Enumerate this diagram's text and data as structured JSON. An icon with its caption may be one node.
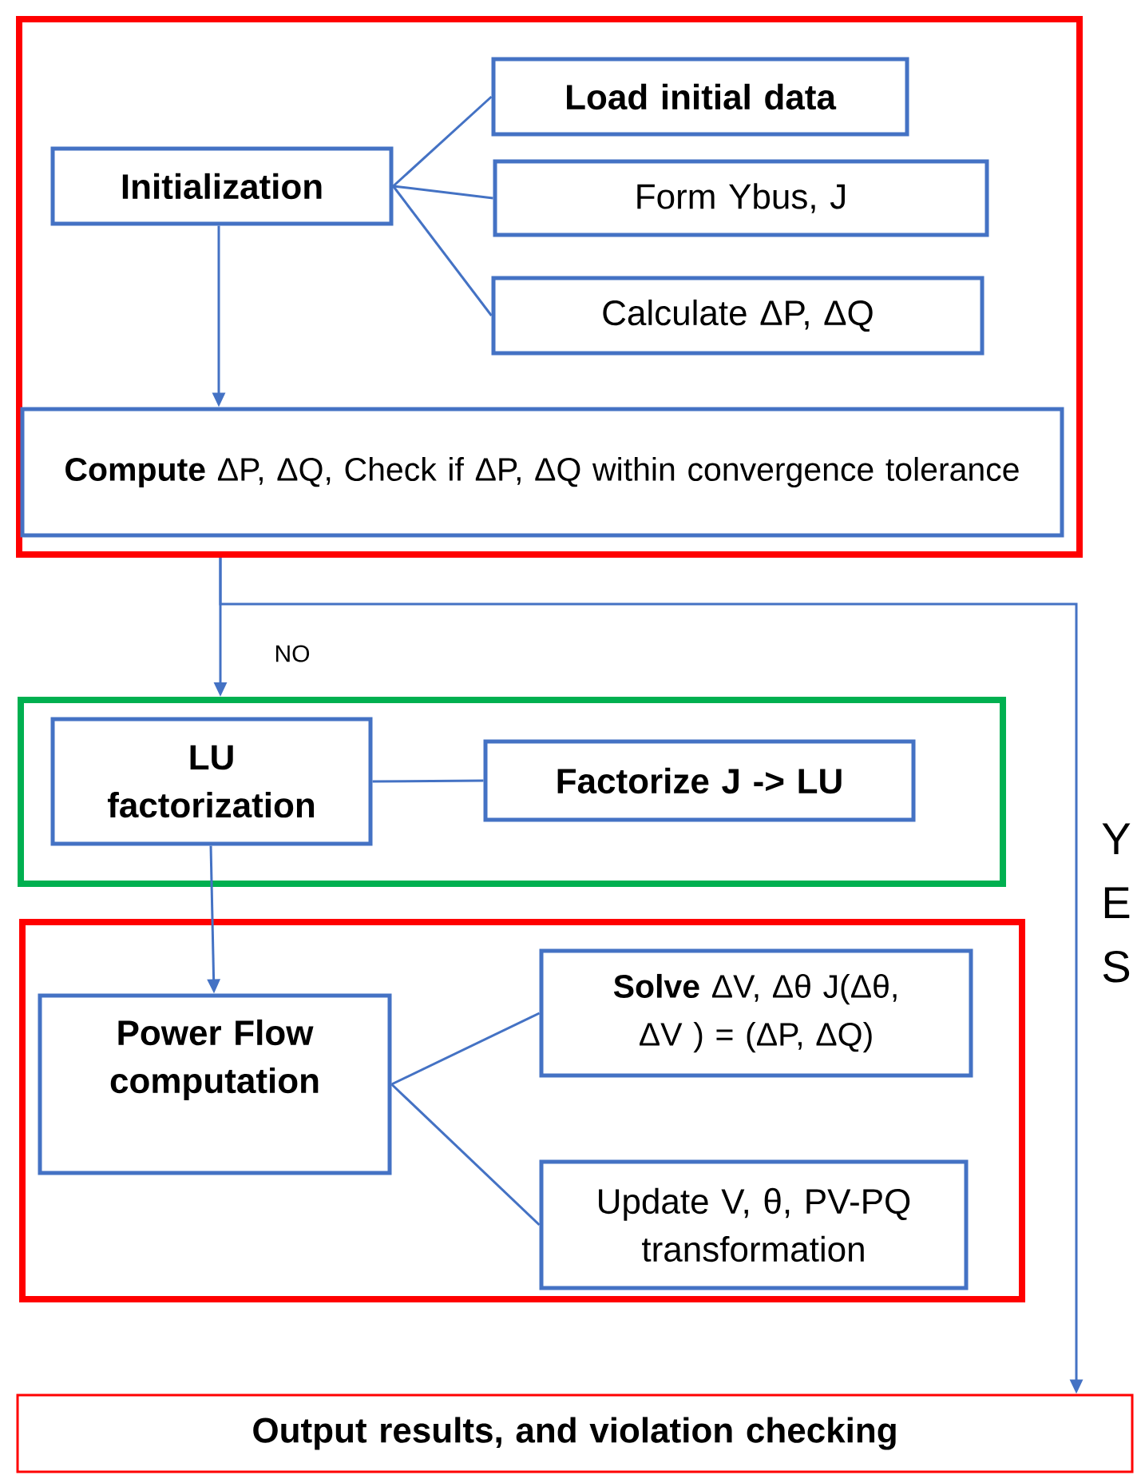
{
  "diagram": {
    "nodes": [
      {
        "text": [],
        "shape": "box"
      },
      {
        "text": [
          "Initialization"
        ],
        "in": 0
      },
      {
        "text": [
          "Load initial data"
        ],
        "in": 0
      },
      {
        "text": [
          "Form Ybus, J"
        ],
        "in": 0
      },
      {
        "text": [
          "Calculate ΔP, ΔQ"
        ],
        "in": 0
      },
      {
        "text": [
          "**Compute** ΔP, ΔQ, Check if ΔP, ΔQ within convergence tolerance"
        ],
        "in": 0
      },
      {
        "text": [],
        "shape": "box"
      },
      {
        "text": [
          "LU factorization"
        ],
        "in": 6
      },
      {
        "text": [
          "Factorize J -> LU"
        ],
        "in": 6
      },
      {
        "text": [],
        "shape": "box"
      },
      {
        "text": [
          "Power Flow computation"
        ],
        "in": 9
      },
      {
        "text": [
          "**Solve** ΔV, Δθ J(Δθ, ΔV ) = (ΔP, ΔQ)"
        ],
        "in": 9
      },
      {
        "text": [
          "Update V, θ, PV-PQ transformation"
        ],
        "in": 9
      },
      {
        "text": [
          "Output results, and violation checking"
        ]
      }
    ],
    "edges": [
      {
        "from": 1,
        "to": 2,
        "arrow": "none"
      },
      {
        "from": 1,
        "to": 3,
        "arrow": "none"
      },
      {
        "from": 1,
        "to": 4,
        "arrow": "none"
      },
      {
        "from": 1,
        "to": 5,
        "arrow": "to"
      },
      {
        "from": 0,
        "to": 6,
        "arrow": "to",
        "label": "NO"
      },
      {
        "from": 0,
        "to": 13,
        "arrow": "to",
        "label": "Y E S"
      },
      {
        "from": 7,
        "to": 8,
        "arrow": "none"
      },
      {
        "from": 7,
        "to": 10,
        "arrow": "to"
      },
      {
        "from": 10,
        "to": 11,
        "arrow": "none"
      },
      {
        "from": 10,
        "to": 12,
        "arrow": "none"
      }
    ]
  }
}
